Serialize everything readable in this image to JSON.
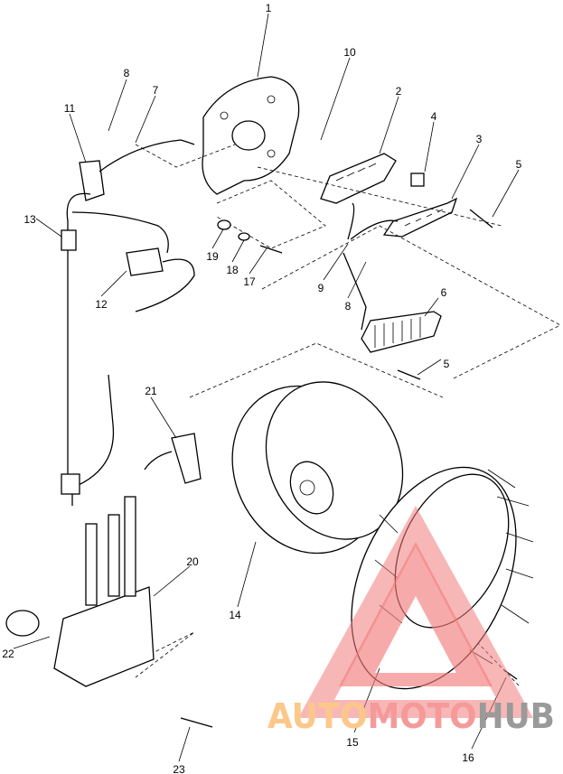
{
  "diagram": {
    "type": "exploded parts diagram",
    "callouts": [
      "1",
      "10",
      "2",
      "4",
      "3",
      "5",
      "8",
      "7",
      "11",
      "13",
      "19",
      "18",
      "17",
      "9",
      "8",
      "6",
      "5",
      "12",
      "21",
      "20",
      "14",
      "22",
      "15",
      "16",
      "23"
    ]
  },
  "watermark": {
    "part1": "AUTO",
    "part2": "MOTO",
    "part3": "HUB",
    "colors": {
      "auto": "#fcc88a",
      "moto": "#f59a9a",
      "hub": "#9a9a9a",
      "triangle": "#f27c7c"
    }
  }
}
